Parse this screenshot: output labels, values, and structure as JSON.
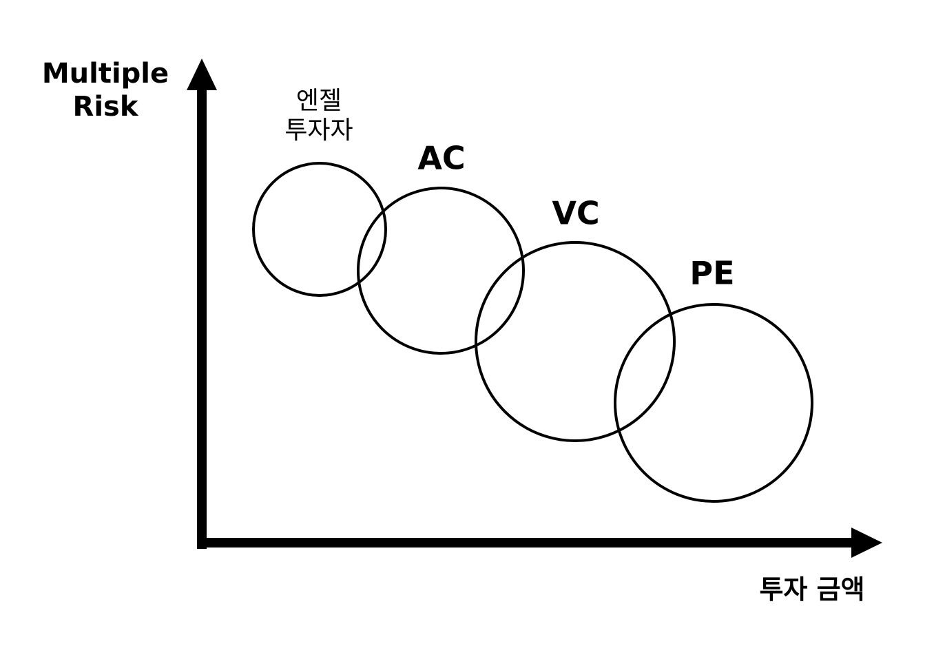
{
  "axes": {
    "y_label_line1": "Multiple",
    "y_label_line2": "Risk",
    "x_label": "투자 금액"
  },
  "groups": [
    {
      "label_line1": "엔젤",
      "label_line2": "투자자"
    },
    {
      "label": "AC"
    },
    {
      "label": "VC"
    },
    {
      "label": "PE"
    }
  ],
  "colors": {
    "stroke": "#000000",
    "background": "#ffffff"
  }
}
